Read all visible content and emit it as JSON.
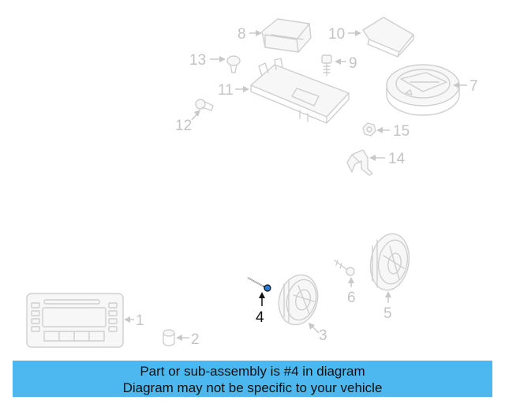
{
  "diagram": {
    "highlighted_part": "4",
    "callouts": [
      {
        "id": "part-1",
        "label": "1",
        "highlighted": false
      },
      {
        "id": "part-2",
        "label": "2",
        "highlighted": false
      },
      {
        "id": "part-3",
        "label": "3",
        "highlighted": false
      },
      {
        "id": "part-4",
        "label": "4",
        "highlighted": true
      },
      {
        "id": "part-5",
        "label": "5",
        "highlighted": false
      },
      {
        "id": "part-6",
        "label": "6",
        "highlighted": false
      },
      {
        "id": "part-7",
        "label": "7",
        "highlighted": false
      },
      {
        "id": "part-8",
        "label": "8",
        "highlighted": false
      },
      {
        "id": "part-9",
        "label": "9",
        "highlighted": false
      },
      {
        "id": "part-10",
        "label": "10",
        "highlighted": false
      },
      {
        "id": "part-11",
        "label": "11",
        "highlighted": false
      },
      {
        "id": "part-12",
        "label": "12",
        "highlighted": false
      },
      {
        "id": "part-13",
        "label": "13",
        "highlighted": false
      },
      {
        "id": "part-14",
        "label": "14",
        "highlighted": false
      },
      {
        "id": "part-15",
        "label": "15",
        "highlighted": false
      }
    ]
  },
  "banner": {
    "line1": "Part or sub-assembly is #4 in diagram",
    "line2": "Diagram may not be specific to your vehicle",
    "background_color": "#4db8f0"
  },
  "colors": {
    "faded_part": "#cfcfcf",
    "highlight": "#111111",
    "highlight_accent": "#2a7bd4"
  }
}
